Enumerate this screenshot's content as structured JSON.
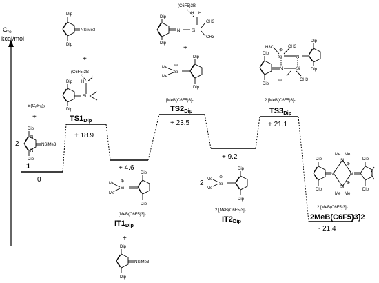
{
  "axis": {
    "label_line1": "G",
    "label_sub": "rel",
    "label_line2": "kcal/mol"
  },
  "levels": [
    {
      "id": "start",
      "value": "0"
    },
    {
      "id": "ts1",
      "name": "TS1",
      "sub": "Dip",
      "value": "+ 18.9"
    },
    {
      "id": "it1",
      "value": "+ 4.6"
    },
    {
      "id": "ts2",
      "name": "TS2",
      "sub": "Dip",
      "value": "+ 23.5"
    },
    {
      "id": "it2",
      "value": "+ 9.2"
    },
    {
      "id": "ts3",
      "name": "TS3",
      "sub": "Dip",
      "value": "+ 21.1"
    },
    {
      "id": "end",
      "value": "- 21.4"
    }
  ],
  "species": {
    "start": {
      "reagent": "B(C",
      "reagent_sub": "6",
      "reagent_mid": "F",
      "reagent_sub2": "5",
      "reagent_end": ")",
      "reagent_sub3": "3",
      "plus": "+",
      "coeff": "2",
      "label": "1"
    },
    "ts1": {
      "plus": "+",
      "borane": "(C6F5)3B"
    },
    "it1": {
      "counterion": "[MeB(C6F5)3]-",
      "label": "IT1",
      "label_sub": "Dip",
      "plus": "+"
    },
    "ts2": {
      "borane": "(C6F5)3B",
      "plus": "+",
      "counterion": "[MeB(C6F5)3]-"
    },
    "it2": {
      "coeff": "2",
      "counterion": "2 [MeB(C6F5)3]-",
      "label": "IT2",
      "label_sub": "Dip"
    },
    "ts3": {
      "counterion": "2  [MeB(C6F5)3]-"
    },
    "end": {
      "counterion": "2 [MeB(C6F5)3]-",
      "label": "2MeB(C6F5)3]2"
    }
  },
  "atoms": {
    "dip": "Dip",
    "n": "N",
    "si": "Si",
    "me": "Me",
    "nsime3": "NSiMe3",
    "ch3": "CH3",
    "h3c": "H3C",
    "h": "H",
    "b": "B",
    "plus": "⊕",
    "minus": "⊖"
  }
}
